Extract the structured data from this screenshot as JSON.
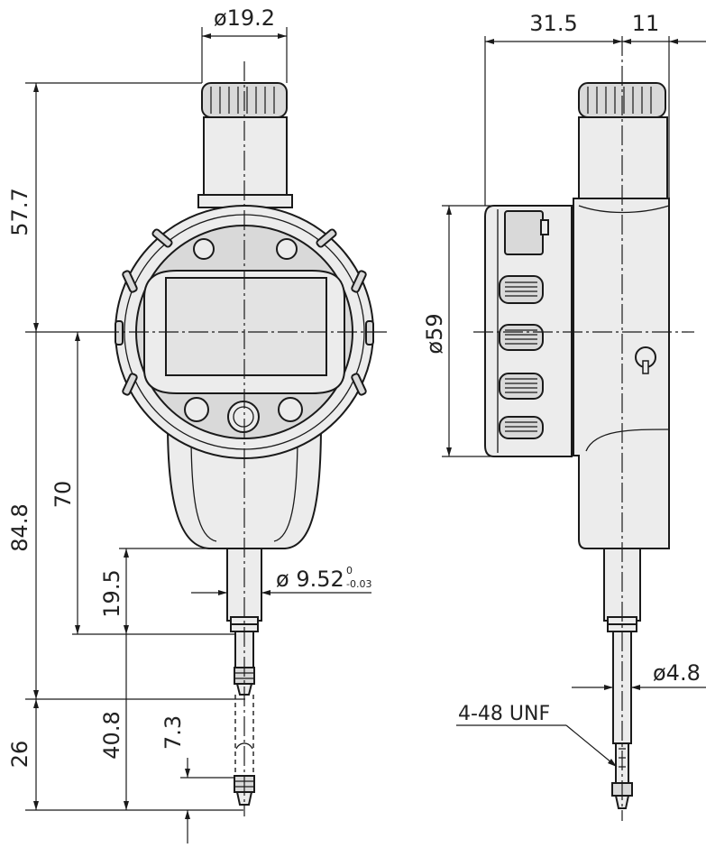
{
  "front_view": {
    "stem_dia_label": "ø19.2",
    "height_top_label": "57.7",
    "height_bottom_label": "84.8",
    "spindle_dist_label": "70",
    "stem_len_label": "19.5",
    "stem_fit_label": "ø 9.52",
    "stem_fit_tol_upper": "0",
    "stem_fit_tol_lower": "-0.03",
    "stroke_label": "26",
    "contact_len_label": "40.8",
    "tip_len_label": "7.3"
  },
  "side_view": {
    "depth_label": "31.5",
    "offset_label": "11",
    "bezel_dia_label": "ø59",
    "spindle_dia_label": "ø4.8",
    "thread_label": "4-48 UNF"
  }
}
